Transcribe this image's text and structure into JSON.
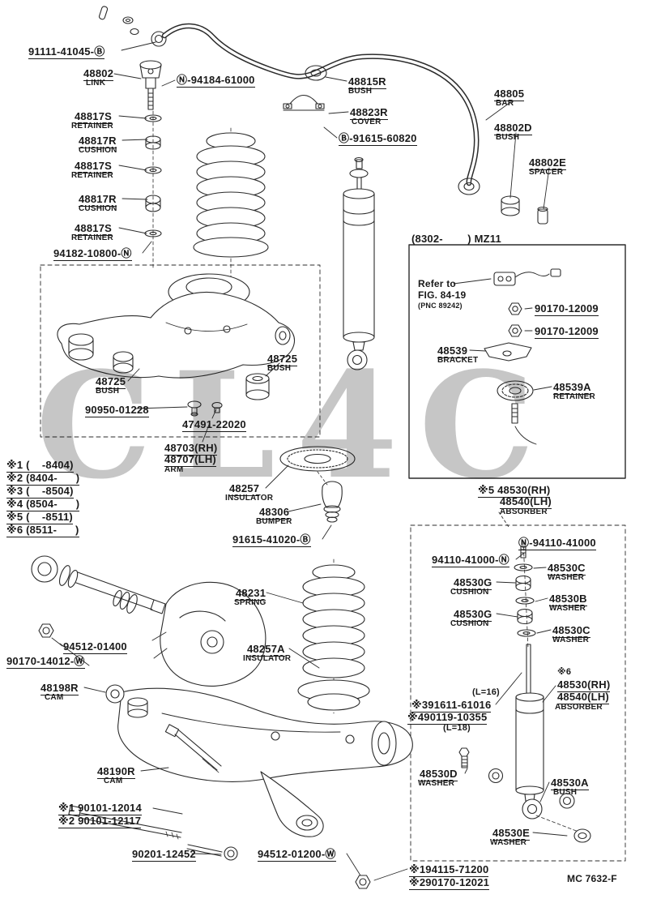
{
  "watermark": "CL4C",
  "footer": "MC 7632-F",
  "labels": {
    "p91111": "91111-41045-Ⓑ",
    "c48802": "48802",
    "nLink": "LINK",
    "n94184": "Ⓝ-94184-61000",
    "s1": "48817S",
    "s1n": "RETAINER",
    "r1": "48817R",
    "r1n": "CUSHION",
    "s2": "48817S",
    "s2n": "RETAINER",
    "r2": "48817R",
    "r2n": "CUSHION",
    "s3": "48817S",
    "s3n": "RETAINER",
    "p94182": "94182-10800-Ⓝ",
    "c48815r": "48815R",
    "nBush1": "BUSH",
    "c48823r": "48823R",
    "nCover": "COVER",
    "p91615a": "Ⓑ-91615-60820",
    "c48805": "48805",
    "nBar": "BAR",
    "c48802d": "48802D",
    "nBush2": "BUSH",
    "c48802e": "48802E",
    "nSpacer": "SPACER",
    "box1Title": "(8302-        ) MZ11",
    "refer1": "Refer to",
    "refer2": "FIG. 84-19",
    "refer3": "(PNC 89242)",
    "p90170a": "90170-12009",
    "p90170b": "90170-12009",
    "c48539": "48539",
    "nBracket": "BRACKET",
    "c48539a": "48539A",
    "nRetainerA": "RETAINER",
    "c48725r": "48725",
    "nBushR": "BUSH",
    "c48725l": "48725",
    "nBushL": "BUSH",
    "p90950": "90950-01228",
    "p47491": "47491-22020",
    "arm1": "48703(RH)",
    "arm2": "48707(LH)",
    "arm3": "ARM",
    "c48257": "48257",
    "nInsulator": "INSULATOR",
    "c48306": "48306",
    "nBumper": "BUMPER",
    "p91615b": "91615-41020-Ⓑ",
    "star1": "※1 (    -8404)",
    "star2": "※2 (8404-      )",
    "star3": "※3 (    -8504)",
    "star4": "※4 (8504-      )",
    "star5": "※5 (    -8511)",
    "star6": "※6 (8511-      )",
    "abs1a": "※5 48530(RH)",
    "abs1b": "48540(LH)",
    "abs1c": "ABSORBER",
    "n94110": "Ⓝ-94110-41000",
    "p94110": "94110-41000-Ⓝ",
    "cC1": "48530C",
    "cC1n": "WASHER",
    "cG1": "48530G",
    "cG1n": "CUSHION",
    "cB": "48530B",
    "cBn": "WASHER",
    "cG2": "48530G",
    "cG2n": "CUSHION",
    "cC2": "48530C",
    "cC2n": "WASHER",
    "c48231": "48231",
    "nSpring": "SPRING",
    "c48257a": "48257A",
    "nInsulatorA": "INSULATOR",
    "p94512a": "94512-01400",
    "p90170c": "90170-14012-Ⓦ",
    "c48198r": "48198R",
    "nCam1": "CAM",
    "l16": "(L=16)",
    "abs2s": "※6",
    "abs2a": "48530(RH)",
    "abs2b": "48540(LH)",
    "abs2c": "ABSORBER",
    "star3p": "※391611-61016",
    "star4p": "※490119-10355",
    "l18": "(L=18)",
    "cD": "48530D",
    "cDn": "WASHER",
    "c48190r": "48190R",
    "nCam2": "CAM",
    "cA": "48530A",
    "cAn": "BUSH",
    "star1p": "※1 90101-12014",
    "star2p": "※2 90101-12117",
    "cE": "48530E",
    "cEn": "WASHER",
    "p90201": "90201-12452",
    "p94512b": "94512-01200-Ⓦ",
    "star1q": "※194115-71200",
    "star2q": "※290170-12021"
  }
}
